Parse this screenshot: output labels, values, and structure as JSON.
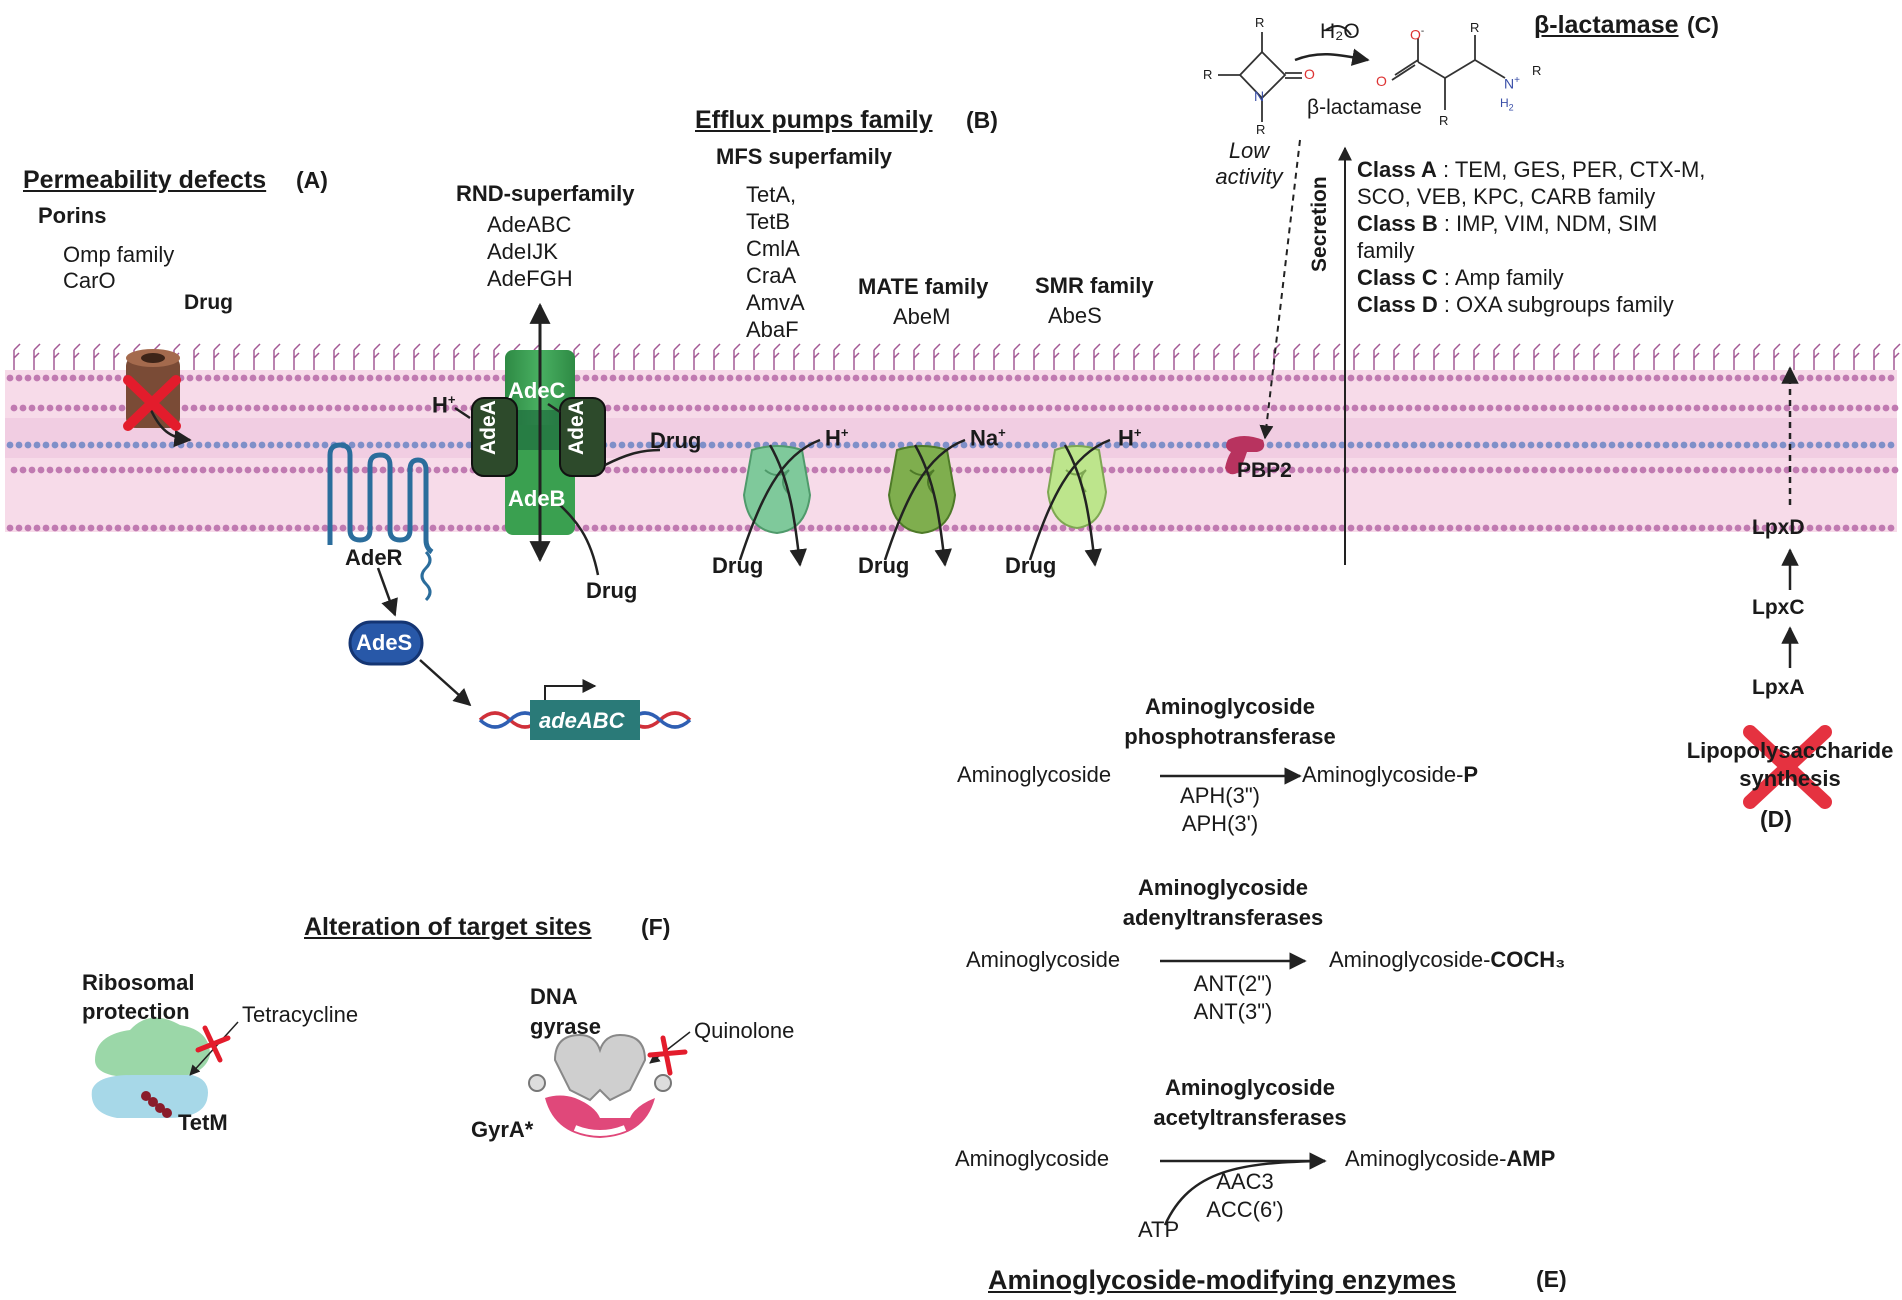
{
  "sections": {
    "a": {
      "heading": "Permeability defects",
      "tag": "(A)",
      "porins": "Porins",
      "items": [
        "Omp family",
        "CarO"
      ],
      "drug": "Drug"
    },
    "b": {
      "heading": "Efflux pumps family",
      "tag": "(B)",
      "rnd": {
        "title": "RND-superfamily",
        "items": [
          "AdeABC",
          "AdeIJK",
          "AdeFGH"
        ]
      },
      "mfs": {
        "title": "MFS superfamily",
        "items": [
          "TetA,",
          "TetB",
          "CmlA",
          "CraA",
          "AmvA",
          "AbaF"
        ]
      },
      "mate": {
        "title": "MATE family",
        "item": "AbeM"
      },
      "smr": {
        "title": "SMR family",
        "item": "AbeS"
      },
      "ions": {
        "h": "H",
        "na": "Na",
        "plus": "+"
      },
      "drug": "Drug",
      "proteins": {
        "adec": "AdeC",
        "adeb": "AdeB",
        "adea": "AdeA",
        "ader": "AdeR",
        "ades": "AdeS",
        "gene": "adeABC"
      }
    },
    "c": {
      "heading": "β-lactamase",
      "tag": "(C)",
      "water": "H₂O",
      "enzyme": "β-lactamase",
      "low_activity": [
        "Low",
        "activity"
      ],
      "secretion": "Secretion",
      "pbp": "PBP2",
      "atoms": {
        "r": "R",
        "n": "N",
        "o": "O",
        "minus": "-",
        "nh": "N",
        "h2": "H",
        "plus": "+",
        "sub2": "2"
      },
      "classes": [
        {
          "name": "Class A",
          "text": " : TEM, GES, PER, CTX-M,"
        },
        {
          "name": "",
          "text": "SCO, VEB, KPC, CARB family"
        },
        {
          "name": "Class B",
          "text": " : IMP, VIM, NDM, SIM"
        },
        {
          "name": "",
          "text": "family"
        },
        {
          "name": "Class C",
          "text": " : Amp family"
        },
        {
          "name": "Class D",
          "text": " : OXA subgroups family"
        }
      ]
    },
    "d": {
      "steps": [
        "LpxD",
        "LpxC",
        "LpxA"
      ],
      "title": [
        "Lipopolysaccharide",
        "synthesis"
      ],
      "tag": "(D)"
    },
    "e": {
      "heading": "Aminoglycoside-modifying enzymes",
      "tag": "(E)",
      "groups": [
        {
          "title": [
            "Aminoglycoside",
            "phosphotransferase"
          ],
          "substrate": "Aminoglycoside",
          "product": "Aminoglycoside-",
          "product_bold": "P",
          "enzymes": [
            "APH(3\")",
            "APH(3')"
          ]
        },
        {
          "title": [
            "Aminoglycoside",
            "adenyltransferases"
          ],
          "substrate": "Aminoglycoside",
          "product": "Aminoglycoside-",
          "product_bold": "COCH₃",
          "enzymes": [
            "ANT(2\")",
            "ANT(3\")"
          ]
        },
        {
          "title": [
            "Aminoglycoside",
            "acetyltransferases"
          ],
          "substrate": "Aminoglycoside",
          "product": "Aminoglycoside-",
          "product_bold": "AMP",
          "enzymes": [
            "AAC3",
            "ACC(6')"
          ],
          "cofactor": "ATP"
        }
      ]
    },
    "f": {
      "heading": "Alteration of target sites",
      "tag": "(F)",
      "ribosomal": [
        "Ribosomal",
        "protection"
      ],
      "antibiotic1": "Tetracycline",
      "protein1": "TetM",
      "gyrase": [
        "DNA",
        "gyrase"
      ],
      "antibiotic2": "Quinolone",
      "protein2": "GyrA*"
    }
  },
  "colors": {
    "membrane": "#f6d7e8",
    "lipid_head": "#c07ab1",
    "lipid_blue": "#7f8fc8",
    "lps": "#a35a95",
    "rnd_green": "#2f8f45",
    "adea": "#2d4a2b",
    "ader": "#2b6d9c",
    "ades": "#2858a8",
    "gene_box": "#2a7a78",
    "pbp": "#b8335f",
    "inhibit": "#e31c2c",
    "mfs": "#7fc99b",
    "mate": "#7fae4e",
    "smr": "#bde58c"
  }
}
